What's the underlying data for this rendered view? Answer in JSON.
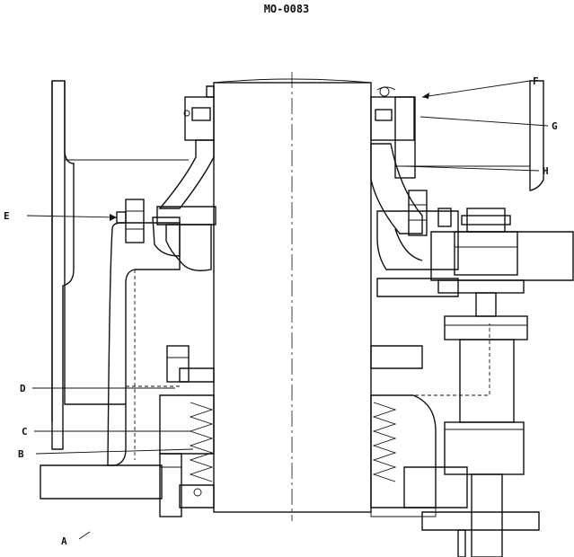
{
  "drawing": {
    "code": "MO-0083",
    "labels": {
      "A": "A",
      "B": "B",
      "C": "C",
      "D": "D",
      "E": "E",
      "F": "F",
      "G": "G",
      "H": "H"
    }
  }
}
